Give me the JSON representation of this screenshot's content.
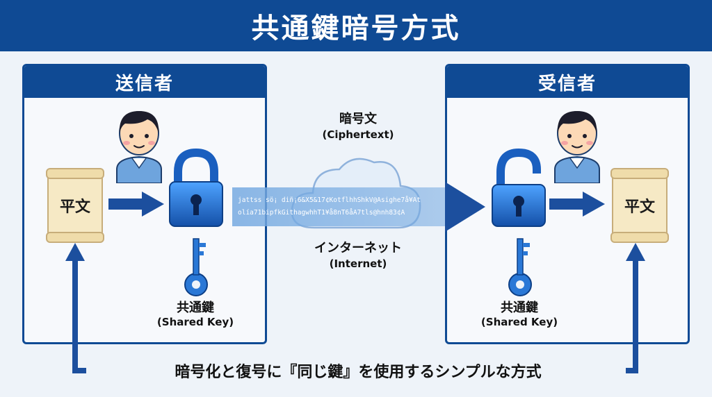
{
  "title": "共通鍵暗号方式",
  "sender": {
    "heading": "送信者",
    "document_label": "平文",
    "key_label_jp": "共通鍵",
    "key_label_en": "(Shared Key)"
  },
  "receiver": {
    "heading": "受信者",
    "document_label": "平文",
    "key_label_jp": "共通鍵",
    "key_label_en": "(Shared Key)"
  },
  "ciphertext": {
    "label_jp": "暗号文",
    "label_en": "(Ciphertext)",
    "line1": "jattss sö¡ diñ¡6&X5&17¢KotflhhShkV@Asighe7å¥At",
    "line2": "olía71bipfkGithagwhhT1¥å8nT6åA7tls@hnh83¢A"
  },
  "internet": {
    "label_jp": "インターネット",
    "label_en": "(Internet)"
  },
  "footer": "暗号化と復号に『同じ鍵』を使用するシンプルな方式",
  "colors": {
    "primary": "#0f4a94",
    "arrow": "#1c4f9e",
    "lock": "#1f6fd6",
    "background": "#eef3f9"
  },
  "icons": [
    "person-icon",
    "padlock-closed-icon",
    "padlock-open-icon",
    "key-icon",
    "cloud-icon",
    "arrow-icon",
    "scroll-icon"
  ]
}
